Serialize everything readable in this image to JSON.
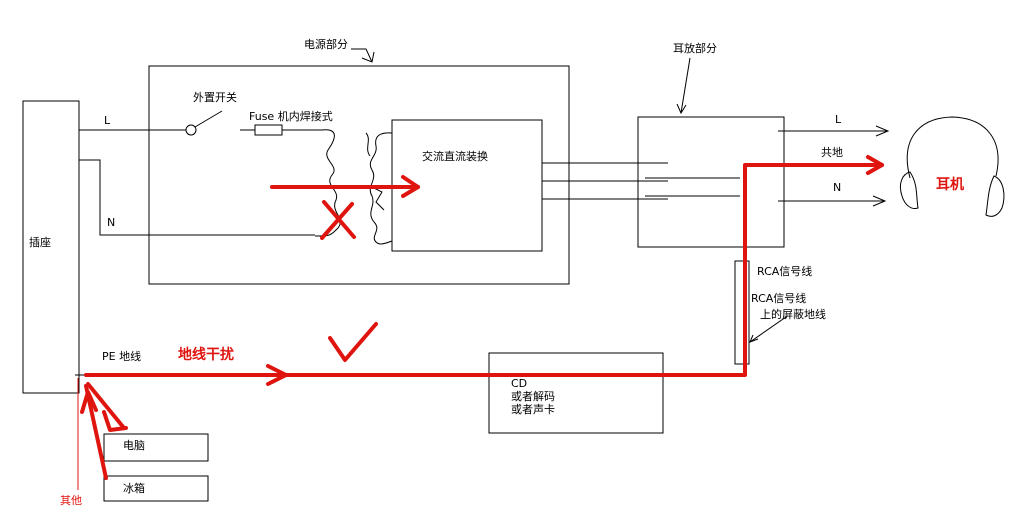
{
  "labels": {
    "power_section": "电源部分",
    "amp_section": "耳放部分",
    "external_switch": "外置开关",
    "fuse": "Fuse 机内焊接式",
    "ac_dc": "交流直流装换",
    "socket": "插座",
    "wire_l_in": "L",
    "wire_n_in": "N",
    "out_l": "L",
    "out_gnd": "共地",
    "out_n": "N",
    "headphone": "耳机",
    "rca_line": "RCA信号线",
    "rca_shield_1": "RCA信号线",
    "rca_shield_2": "上的屏蔽地线",
    "pe_ground": "PE 地线",
    "ground_interference": "地线干扰",
    "cd_1": "CD",
    "cd_2": "或者解码",
    "cd_3": "或者声卡",
    "computer": "电脑",
    "fridge": "冰箱",
    "others": "其他"
  },
  "colors": {
    "line": "#000000",
    "highlight": "#e0140f",
    "background": "#ffffff"
  },
  "marks": {
    "wrong": "cross-mark",
    "right": "check-mark"
  }
}
